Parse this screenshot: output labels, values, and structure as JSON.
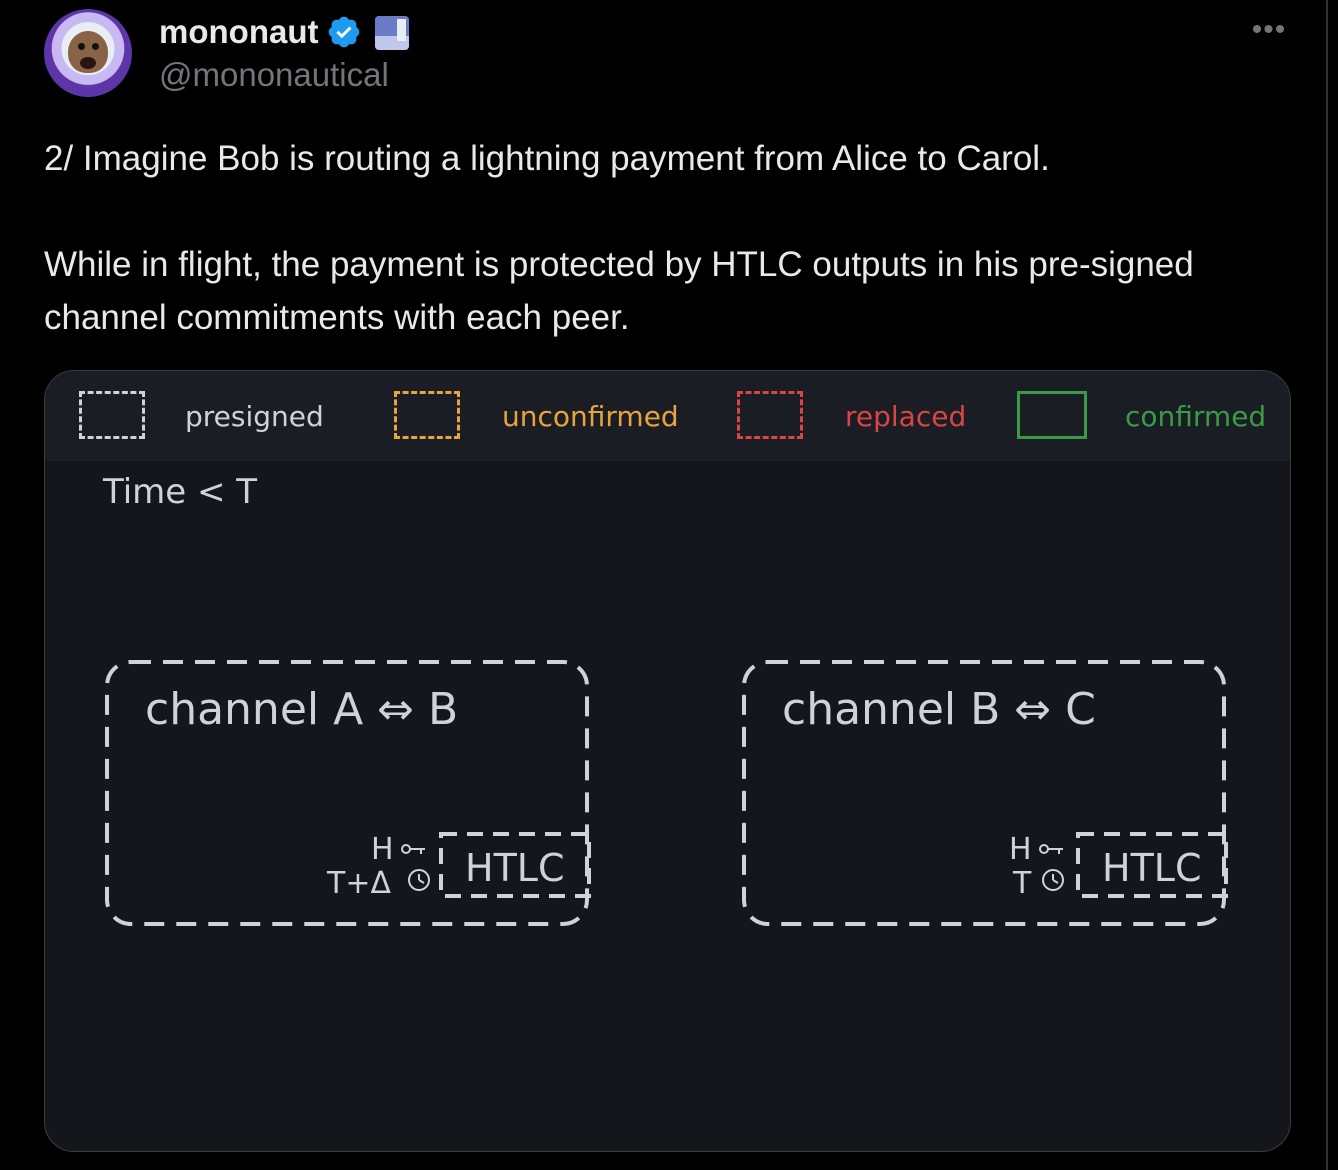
{
  "author": {
    "name": "mononaut",
    "handle": "@mononautical",
    "avatar_icon": "astronaut-monkey-avatar",
    "verified_icon": "verified-badge-icon",
    "affiliation_icon": "affiliation-badge-icon"
  },
  "more_icon": "more-options-icon",
  "tweet": {
    "paragraph1": "2/ Imagine Bob is routing a lightning payment from Alice to Carol.",
    "paragraph2": "While in flight, the payment is protected by HTLC outputs in his pre-signed channel commitments with each peer."
  },
  "legend": [
    {
      "label": "presigned",
      "color": "#cfd3d8",
      "style": "dashed"
    },
    {
      "label": "unconfirmed",
      "color": "#e8a33d",
      "style": "dashed"
    },
    {
      "label": "replaced",
      "color": "#d94545",
      "style": "dashed"
    },
    {
      "label": "confirmed",
      "color": "#3a9a45",
      "style": "solid"
    }
  ],
  "diagram": {
    "time_label": "Time < T",
    "channels": [
      {
        "title": "channel A ⇔ B",
        "hash_label": "H",
        "time_label": "T+Δ",
        "output_label": "HTLC"
      },
      {
        "title": "channel B ⇔ C",
        "hash_label": "H",
        "time_label": "T",
        "output_label": "HTLC"
      }
    ]
  },
  "colors": {
    "background": "#000000",
    "text": "#e7e9ea",
    "muted": "#71767b",
    "verified": "#1d9bf0",
    "diagram_bg": "#14161b",
    "diagram_line": "#cfd3d8"
  }
}
